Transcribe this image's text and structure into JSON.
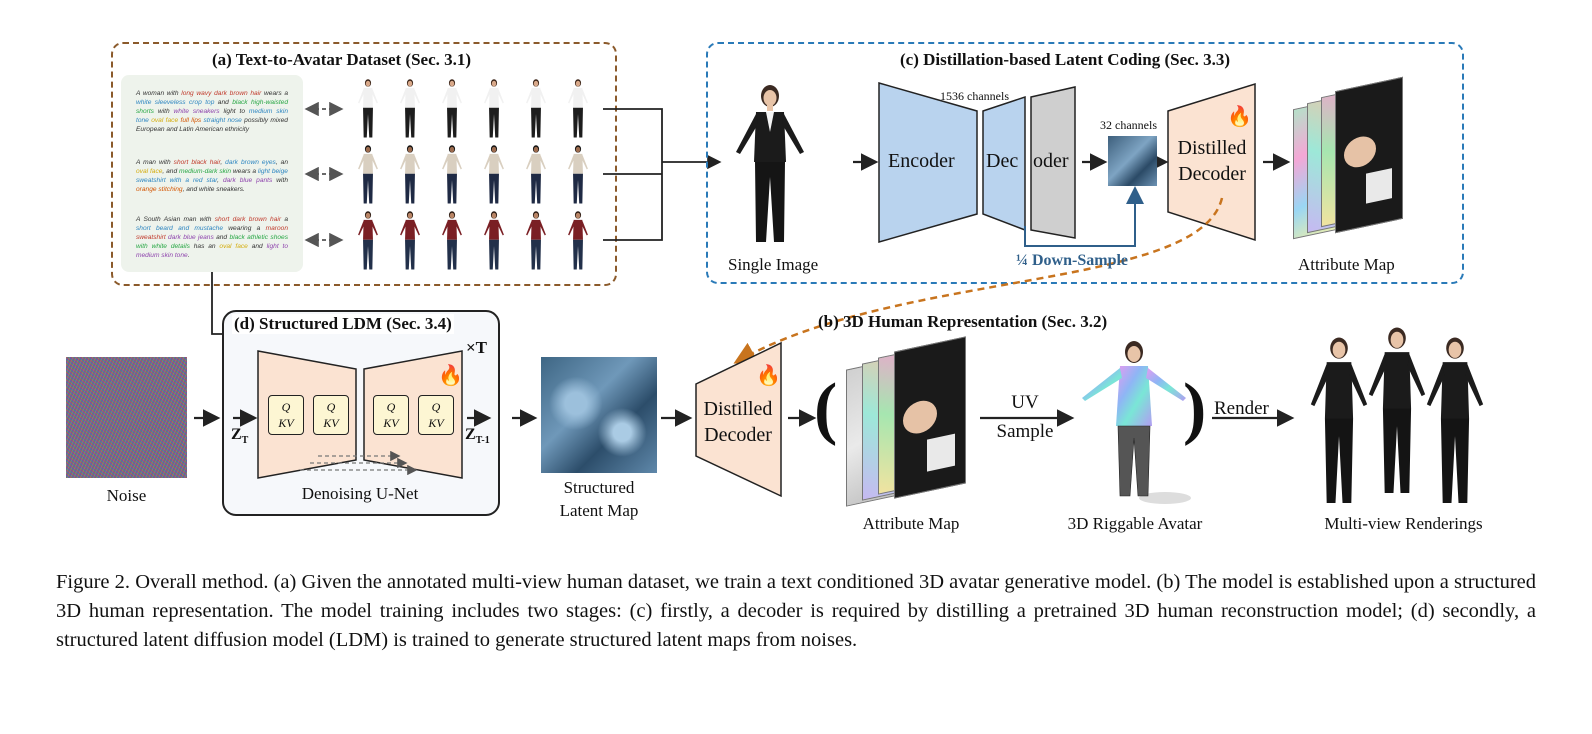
{
  "panels": {
    "a_title": "(a) Text-to-Avatar Dataset (Sec. 3.1)",
    "c_title": "(c) Distillation-based Latent Coding (Sec. 3.3)",
    "d_title": "(d) Structured LDM (Sec. 3.4)",
    "b_title": "(b) 3D Human Representation (Sec. 3.2)"
  },
  "prompts": [
    {
      "segments": [
        {
          "t": "A woman with ",
          "c": ""
        },
        {
          "t": "long wavy dark brown hair",
          "c": "c5"
        },
        {
          "t": " wears a ",
          "c": ""
        },
        {
          "t": "white sleeveless crop top",
          "c": "c2"
        },
        {
          "t": " and ",
          "c": ""
        },
        {
          "t": "black high-waisted shorts",
          "c": "c3"
        },
        {
          "t": " with ",
          "c": ""
        },
        {
          "t": "white sneakers",
          "c": "c4"
        },
        {
          "t": " light to ",
          "c": ""
        },
        {
          "t": "medium skin tone",
          "c": "c2"
        },
        {
          "t": " ",
          "c": ""
        },
        {
          "t": "oval face",
          "c": "c6"
        },
        {
          "t": " ",
          "c": ""
        },
        {
          "t": "full lips",
          "c": "c1"
        },
        {
          "t": " ",
          "c": ""
        },
        {
          "t": "straight nose",
          "c": "c2"
        },
        {
          "t": " possibly mixed European and Latin American ethnicity",
          "c": ""
        }
      ]
    },
    {
      "segments": [
        {
          "t": "A man with ",
          "c": ""
        },
        {
          "t": "short black hair",
          "c": "c5"
        },
        {
          "t": ", ",
          "c": ""
        },
        {
          "t": "dark brown eyes",
          "c": "c2"
        },
        {
          "t": ", an ",
          "c": ""
        },
        {
          "t": "oval face",
          "c": "c6"
        },
        {
          "t": ", and ",
          "c": ""
        },
        {
          "t": "medium-dark skin",
          "c": "c3"
        },
        {
          "t": " wears a ",
          "c": ""
        },
        {
          "t": "light beige sweatshirt with a red star",
          "c": "c2"
        },
        {
          "t": ", ",
          "c": ""
        },
        {
          "t": "dark blue pants",
          "c": "c4"
        },
        {
          "t": " with ",
          "c": ""
        },
        {
          "t": "orange stitching",
          "c": "c1"
        },
        {
          "t": ", and white sneakers.",
          "c": ""
        }
      ]
    },
    {
      "segments": [
        {
          "t": "A South Asian man with ",
          "c": ""
        },
        {
          "t": "short dark brown hair",
          "c": "c5"
        },
        {
          "t": " a ",
          "c": ""
        },
        {
          "t": "short beard and mustache",
          "c": "c2"
        },
        {
          "t": " wearing a ",
          "c": ""
        },
        {
          "t": "maroon sweatshirt",
          "c": "c5"
        },
        {
          "t": " ",
          "c": ""
        },
        {
          "t": "dark blue jeans",
          "c": "c4"
        },
        {
          "t": " and ",
          "c": ""
        },
        {
          "t": "black athletic shoes with white details",
          "c": "c3"
        },
        {
          "t": " has an ",
          "c": ""
        },
        {
          "t": "oval face",
          "c": "c6"
        },
        {
          "t": " and ",
          "c": ""
        },
        {
          "t": "light to medium skin tone",
          "c": "c4"
        },
        {
          "t": ".",
          "c": ""
        }
      ]
    }
  ],
  "labels": {
    "single_image": "Single Image",
    "encoder": "Encoder",
    "dec": "Dec",
    "oder": "oder",
    "channels_1536": "1536 channels",
    "channels_32": "32 channels",
    "distilled_decoder_line1": "Distilled",
    "distilled_decoder_line2": "Decoder",
    "down_sample": "¼ Down-Sample",
    "attribute_map_c": "Attribute Map",
    "noise": "Noise",
    "zt": "Z",
    "zt_sub": "T",
    "zt1": "Z",
    "zt1_sub": "T-1",
    "times_t": "×T",
    "q": "Q",
    "kv": "KV",
    "denoising_unet": "Denoising U-Net",
    "structured_latent_line1": "Structured",
    "structured_latent_line2": "Latent Map",
    "attribute_map_b": "Attribute Map",
    "uv": "UV",
    "sample": "Sample",
    "riggable_avatar": "3D Riggable Avatar",
    "render": "Render",
    "multiview": "Multi-view Renderings",
    "paren_open": "(",
    "paren_close": ")",
    "fire": "🔥"
  },
  "caption": "Figure 2.  Overall method.  (a) Given the annotated multi-view human dataset, we train a text conditioned 3D avatar generative model. (b) The model is established upon a structured 3D human representation. The model training includes two stages: (c) firstly, a decoder is required by distilling a pretrained 3D human reconstruction model; (d) secondly, a structured latent diffusion model (LDM) is trained to generate structured latent maps from noises.",
  "colors": {
    "panel_a_border": "#8b5a2b",
    "panel_c_border": "#2a7ab8",
    "encoder_fill": "#b9d3ee",
    "decoder_gray": "#cfcfcf",
    "distilled_fill": "#fbe3d2",
    "downsample_blue": "#2f5f8a",
    "dashed_orange": "#c8741e"
  }
}
